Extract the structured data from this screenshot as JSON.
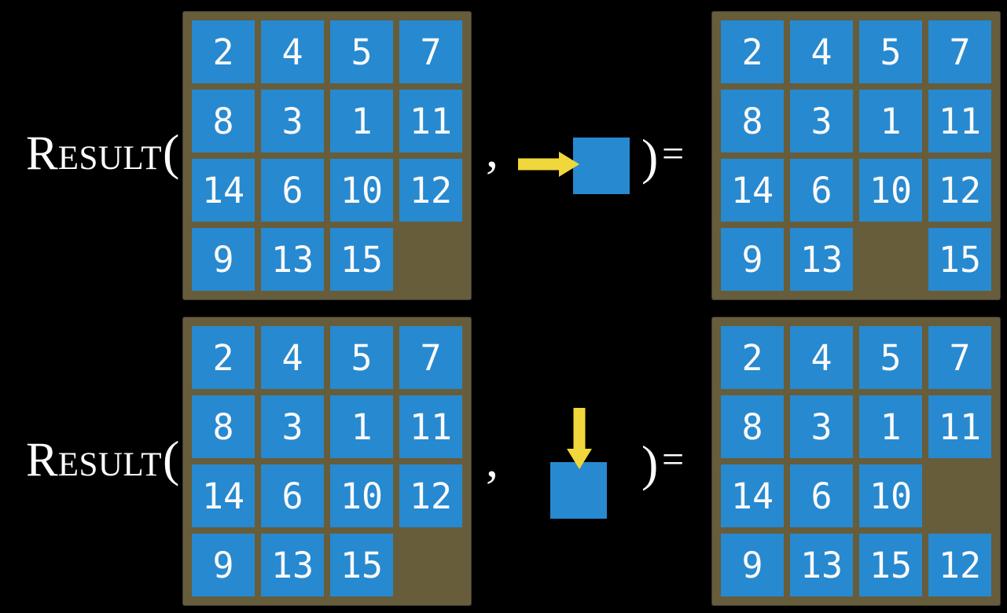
{
  "colors": {
    "background": "#000000",
    "tile_blue": "#2789d0",
    "board_brown": "#675d3a",
    "arrow_yellow": "#f0d73c",
    "text_white": "#ffffff"
  },
  "equations": [
    {
      "name": "slide-right-example",
      "label": {
        "lead": "R",
        "small_caps": "ESULT",
        "open_paren": "("
      },
      "comma": ",",
      "close_paren": ")",
      "equals": "=",
      "move": {
        "direction": "right",
        "icon": "arrow-right-icon"
      },
      "input_grid": {
        "rows": [
          [
            "2",
            "4",
            "5",
            "7"
          ],
          [
            "8",
            "3",
            "1",
            "11"
          ],
          [
            "14",
            "6",
            "10",
            "12"
          ],
          [
            "9",
            "13",
            "15",
            ""
          ]
        ]
      },
      "output_grid": {
        "rows": [
          [
            "2",
            "4",
            "5",
            "7"
          ],
          [
            "8",
            "3",
            "1",
            "11"
          ],
          [
            "14",
            "6",
            "10",
            "12"
          ],
          [
            "9",
            "13",
            "",
            "15"
          ]
        ]
      }
    },
    {
      "name": "slide-down-example",
      "label": {
        "lead": "R",
        "small_caps": "ESULT",
        "open_paren": "("
      },
      "comma": ",",
      "close_paren": ")",
      "equals": "=",
      "move": {
        "direction": "down",
        "icon": "arrow-down-icon"
      },
      "input_grid": {
        "rows": [
          [
            "2",
            "4",
            "5",
            "7"
          ],
          [
            "8",
            "3",
            "1",
            "11"
          ],
          [
            "14",
            "6",
            "10",
            "12"
          ],
          [
            "9",
            "13",
            "15",
            ""
          ]
        ]
      },
      "output_grid": {
        "rows": [
          [
            "2",
            "4",
            "5",
            "7"
          ],
          [
            "8",
            "3",
            "1",
            "11"
          ],
          [
            "14",
            "6",
            "10",
            ""
          ],
          [
            "9",
            "13",
            "15",
            "12"
          ]
        ]
      }
    }
  ]
}
